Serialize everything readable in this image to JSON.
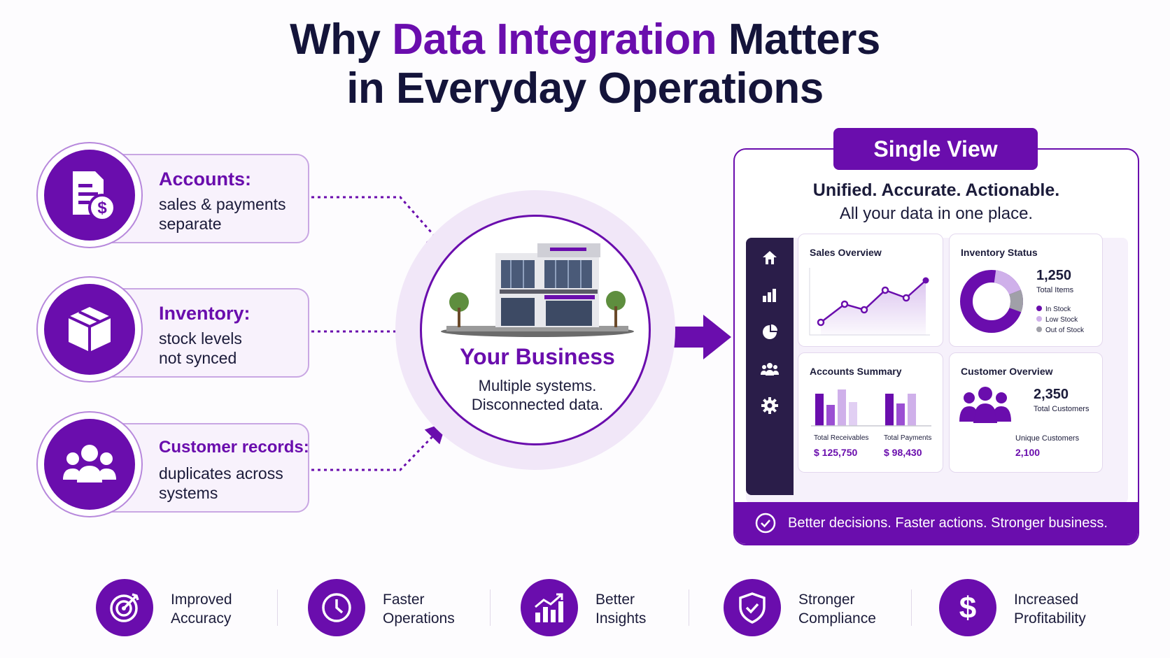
{
  "title": {
    "part1": "Why ",
    "accent": "Data Integration",
    "part2": " Matters",
    "line2": "in Everyday Operations"
  },
  "problems": [
    {
      "title": "Accounts:",
      "desc1": "sales & payments",
      "desc2": "separate",
      "icon": "document-dollar-icon"
    },
    {
      "title": "Inventory:",
      "desc1": "stock levels",
      "desc2": "not synced",
      "icon": "box-icon"
    },
    {
      "title": "Customer records:",
      "desc1": "duplicates across",
      "desc2": "systems",
      "icon": "users-icon"
    }
  ],
  "business": {
    "title": "Your Business",
    "desc1": "Multiple systems.",
    "desc2": "Disconnected data."
  },
  "single_view": {
    "badge": "Single View",
    "tagline": "Unified. Accurate. Actionable.",
    "subtagline": "All your data in one place.",
    "footer": "Better decisions. Faster actions. Stronger business."
  },
  "dashboard": {
    "sidebar": [
      "home-icon",
      "bar-chart-icon",
      "pie-chart-icon",
      "users-icon",
      "gear-icon"
    ],
    "sales": {
      "title": "Sales Overview"
    },
    "inventory": {
      "title": "Inventory Status",
      "total": "1,250",
      "total_label": "Total Items",
      "legend": [
        "In Stock",
        "Low Stock",
        "Out of Stock"
      ]
    },
    "accounts": {
      "title": "Accounts Summary",
      "receivables_label": "Total Receivables",
      "receivables_value": "$ 125,750",
      "payments_label": "Total Payments",
      "payments_value": "$ 98,430"
    },
    "customers": {
      "title": "Customer Overview",
      "total": "2,350",
      "total_label": "Total Customers",
      "unique_label": "Unique Customers",
      "unique_value": "2,100"
    }
  },
  "benefits": [
    {
      "line1": "Improved",
      "line2": "Accuracy",
      "icon": "target-icon"
    },
    {
      "line1": "Faster",
      "line2": "Operations",
      "icon": "clock-icon"
    },
    {
      "line1": "Better",
      "line2": "Insights",
      "icon": "growth-chart-icon"
    },
    {
      "line1": "Stronger",
      "line2": "Compliance",
      "icon": "shield-check-icon"
    },
    {
      "line1": "Increased",
      "line2": "Profitability",
      "icon": "dollar-icon"
    }
  ],
  "colors": {
    "accent": "#6a0dad",
    "navy": "#14143a",
    "light": "#f1e7f8",
    "mid": "#b98ce0",
    "pale": "#dcc4f0",
    "gray": "#9a9a9a"
  }
}
